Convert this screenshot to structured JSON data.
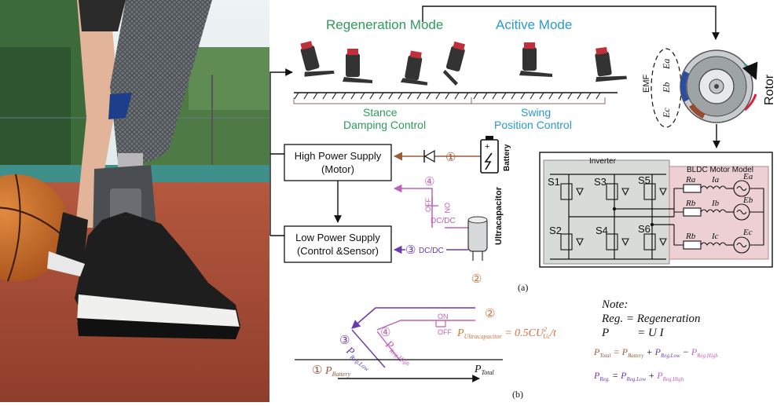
{
  "colors": {
    "green": "#2e9a5c",
    "blue": "#2a9ad0",
    "brown": "#9a5a3c",
    "pink": "#c060b8",
    "purple": "#6a3ab0",
    "orange": "#d0703c",
    "teal": "#2aa89a",
    "red": "#e0203c",
    "inverter_bg": "#d8dcd8",
    "motor_bg": "#ecd0d4"
  },
  "photo": {
    "icon": "prosthetic-leg-photo"
  },
  "mode_labels": {
    "regeneration": "Regeneration Mode",
    "active": "Acitive Mode"
  },
  "phase_labels": {
    "stance_line1": "Stance",
    "stance_line2": "Damping Control",
    "swing_line1": "Swing",
    "swing_line2": "Position Control"
  },
  "rotor": {
    "emf": "EMF",
    "ea": "Ea",
    "eb": "Eb",
    "ec": "Ec",
    "label": "Rotor"
  },
  "supplies": {
    "high_line1": "High Power Supply",
    "high_line2": "(Motor)",
    "low_line1": "Low Power Supply",
    "low_line2": "(Control &Sensor)"
  },
  "battery_label": "Battery",
  "ultracapacitor_label": "Ultracapacitor",
  "circled": {
    "one": "①",
    "two": "②",
    "three": "③",
    "four": "④"
  },
  "switch": {
    "off": "OFF",
    "on": "ON"
  },
  "dcdc": "DC/DC",
  "circuit": {
    "inverter": "Inverter",
    "motor_model": "BLDC Motor Model",
    "switches": [
      "S1",
      "S3",
      "S5",
      "S2",
      "S4",
      "S6"
    ],
    "resistors": [
      "Ra",
      "Rb",
      "Rb"
    ],
    "currents": [
      "Ia",
      "Ib",
      "Ic"
    ],
    "sources": [
      "Ea",
      "Eb",
      "Ec"
    ]
  },
  "captions": {
    "a": "(a)",
    "b": "(b)"
  },
  "diagram_b": {
    "p_battery": "P",
    "p_battery_sub": "Battery",
    "p_total": "P",
    "p_total_sub": "Total",
    "p_reg_low": "P",
    "p_reg_low_sub": "Reg.Low",
    "p_reg_high": "P",
    "p_reg_high_sub": "Reg.High",
    "p_ultra": "P",
    "p_ultra_sub": "Ultracapacitor",
    "p_ultra_eq": " = 0.5CU",
    "p_ultra_sup": "2",
    "p_ultra_sub2": "Uc",
    "p_ultra_tail": "/t",
    "on": "ON",
    "off": "OFF"
  },
  "note": {
    "title": "Note:",
    "line1": "Reg. = Regeneration",
    "line2_lhs": "P",
    "line2_rhs": "= U I",
    "eq1_lhs": "P",
    "eq1_lhs_sub": "Total",
    "eq1_t1": "P",
    "eq1_t1_sub": "Battery",
    "eq1_t2": "P",
    "eq1_t2_sub": "Reg.Low",
    "eq1_t3": "P",
    "eq1_t3_sub": "Reg.High",
    "eq2_lhs": "P",
    "eq2_lhs_sub": "Reg.",
    "eq2_t1": "P",
    "eq2_t1_sub": "Reg.Low",
    "eq2_t2": "P",
    "eq2_t2_sub": "Reg.High"
  }
}
